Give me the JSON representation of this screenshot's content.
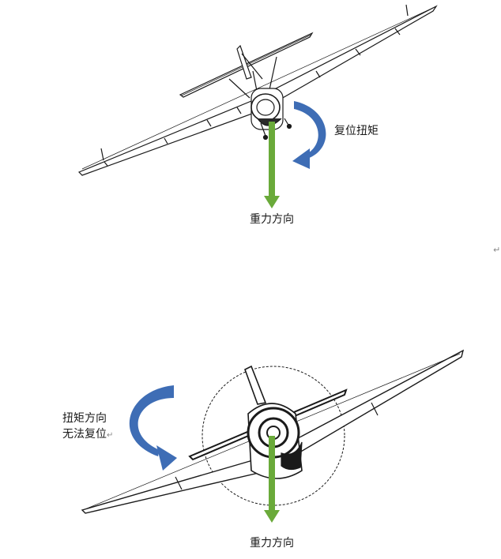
{
  "top_diagram": {
    "torque_label": "复位扭矩",
    "gravity_label": "重力方向"
  },
  "bottom_diagram": {
    "torque_label_line1": "扭矩方向",
    "torque_label_line2": "无法复位",
    "gravity_label": "重力方向"
  },
  "paragraph_mark": "↵",
  "colors": {
    "gravity_arrow": "#6aaa3a",
    "torque_arrow": "#3e6db5",
    "line": "#1a1a1a"
  }
}
